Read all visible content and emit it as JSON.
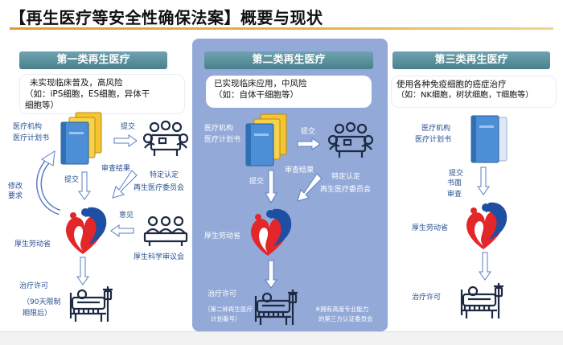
{
  "title": "【再生医疗等安全性确保法案】概要与现状",
  "columns": [
    {
      "header": "第一类再生医疗",
      "desc_line1": "未实现临床普及，高风险",
      "desc_line2": "（如：iPS细胞，ES细胞，异体干",
      "desc_line3": "细胞等）",
      "plan_label1": "医疗机构",
      "plan_label2": "医疗计划书",
      "submit1": "提交",
      "review_result": "审查结果",
      "committee1": "特定认定",
      "committee2": "再生医疗委员会",
      "revise1": "修改",
      "revise2": "要求",
      "submit2": "提交",
      "opinion": "意见",
      "ministry": "厚生劳动省",
      "science_council": "厚生科学审议会",
      "treatment": "治疗许可",
      "treatment_note1": "（90天限制",
      "treatment_note2": "期限后）"
    },
    {
      "header": "第二类再生医疗",
      "desc_line1": "已实现临床应用，中风险",
      "desc_line2": "（如：自体干细胞等）",
      "plan_label1": "医疗机构",
      "plan_label2": "医疗计划书",
      "submit1": "提交",
      "review_result": "审查结果",
      "committee1": "特定认定",
      "committee2": "再生医疗委员会",
      "submit2": "提交",
      "ministry": "厚生劳动省",
      "treatment": "治疗许可",
      "treatment_note1": "（第二种再生医疗",
      "treatment_note2": "计划番号）",
      "footnote1": "※拥有高度专业能力",
      "footnote2": "的第三方认证委员会"
    },
    {
      "header": "第三类再生医疗",
      "desc_line1": "使用各种免疫细胞的癌症治疗",
      "desc_line2": "（如：NK细胞，树状细胞，T细胞等）",
      "plan_label1": "医疗机构",
      "plan_label2": "医疗计划书",
      "submit1": "提交",
      "submit2": "书面",
      "submit3": "审查",
      "ministry": "厚生劳动省",
      "treatment": "治疗许可"
    }
  ],
  "icons": {
    "book": "binder-book-icon",
    "meeting": "committee-meeting-icon",
    "council": "council-panel-icon",
    "ministry": "ministry-logo-icon",
    "bed": "hospital-bed-icon"
  },
  "colors": {
    "header": "#4a7f8d",
    "middle_panel": "#93a9d8",
    "title_rule": "#e39b2d",
    "logo_red": "#e2262a",
    "logo_blue": "#1e4fa3",
    "label_blue": "#264f8f"
  }
}
